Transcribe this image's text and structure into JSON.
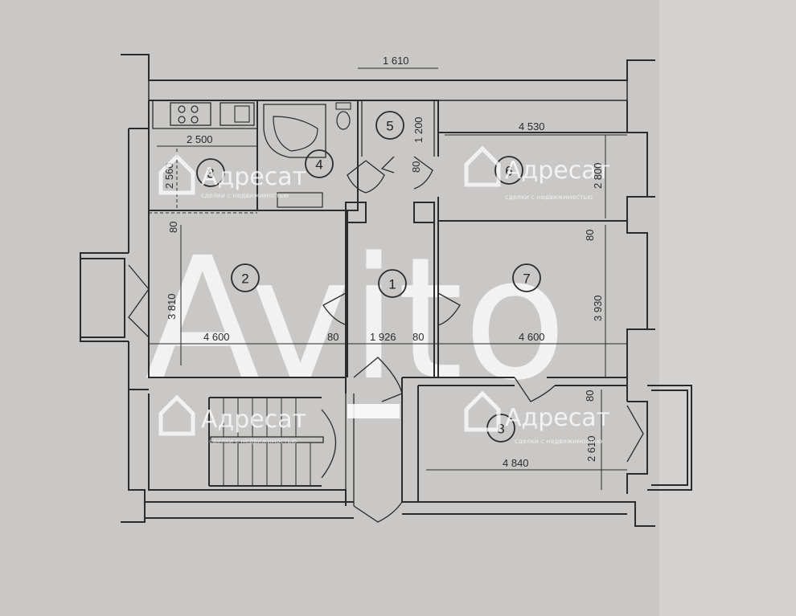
{
  "rooms": [
    {
      "id": "r1",
      "number": "1"
    },
    {
      "id": "r2",
      "number": "2"
    },
    {
      "id": "r3",
      "number": "3"
    },
    {
      "id": "r4",
      "number": "4"
    },
    {
      "id": "r5",
      "number": "5"
    },
    {
      "id": "r6",
      "number": "6"
    },
    {
      "id": "r7",
      "number": "7"
    },
    {
      "id": "r8",
      "number": "8"
    }
  ],
  "dimensions": {
    "top_width": "1 610",
    "kitchen_width": "2 500",
    "kitchen_depth": "2 560",
    "wc_depth": "1 200",
    "room6_width": "4 530",
    "room6_depth": "2 800",
    "room2_depth": "3 810",
    "room2_width": "4 600",
    "hall_width": "1 926",
    "room7_width": "4 600",
    "room7_depth": "3 930",
    "room8_width": "4 840",
    "room8_depth": "2 610",
    "wall_80": "80"
  },
  "watermark": {
    "brand": "Адресат",
    "tagline": "сделки с недвижимостью",
    "big": "Avito"
  },
  "colors": {
    "paper": "#c9c8c6",
    "line": "#2b2b2b",
    "watermark": "#ffffff"
  }
}
